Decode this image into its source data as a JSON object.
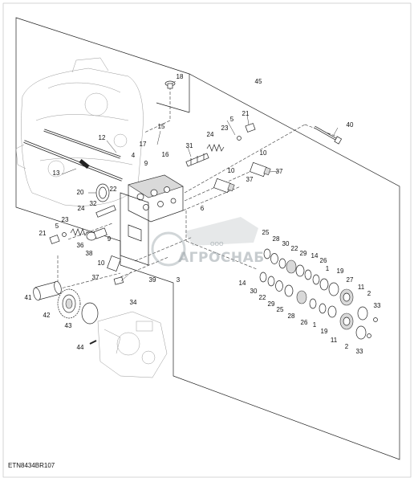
{
  "figure_code": "ETN8434BR107",
  "watermark": {
    "brand": "АГРОСНАБ",
    "prefix": "ООО"
  },
  "callouts": [
    {
      "id": "c18",
      "label": "18"
    },
    {
      "id": "c45",
      "label": "45"
    },
    {
      "id": "c15",
      "label": "15"
    },
    {
      "id": "c12",
      "label": "12"
    },
    {
      "id": "c17",
      "label": "17"
    },
    {
      "id": "c16",
      "label": "16"
    },
    {
      "id": "c9a",
      "label": "9"
    },
    {
      "id": "c4",
      "label": "4"
    },
    {
      "id": "c13",
      "label": "13"
    },
    {
      "id": "c20",
      "label": "20"
    },
    {
      "id": "c22a",
      "label": "22"
    },
    {
      "id": "c32",
      "label": "32"
    },
    {
      "id": "c24a",
      "label": "24"
    },
    {
      "id": "c5a",
      "label": "5"
    },
    {
      "id": "c23a",
      "label": "23"
    },
    {
      "id": "c21a",
      "label": "21"
    },
    {
      "id": "c36",
      "label": "36"
    },
    {
      "id": "c9b",
      "label": "9"
    },
    {
      "id": "c38",
      "label": "38"
    },
    {
      "id": "c10a",
      "label": "10"
    },
    {
      "id": "c37a",
      "label": "37"
    },
    {
      "id": "c39",
      "label": "39"
    },
    {
      "id": "c3",
      "label": "3"
    },
    {
      "id": "c34",
      "label": "34"
    },
    {
      "id": "c41",
      "label": "41"
    },
    {
      "id": "c42",
      "label": "42"
    },
    {
      "id": "c43",
      "label": "43"
    },
    {
      "id": "c44",
      "label": "44"
    },
    {
      "id": "c5b",
      "label": "5"
    },
    {
      "id": "c21b",
      "label": "21"
    },
    {
      "id": "c23b",
      "label": "23"
    },
    {
      "id": "c24b",
      "label": "24"
    },
    {
      "id": "c31",
      "label": "31"
    },
    {
      "id": "c10b",
      "label": "10"
    },
    {
      "id": "c37b",
      "label": "37"
    },
    {
      "id": "c10c",
      "label": "10"
    },
    {
      "id": "c37c",
      "label": "37"
    },
    {
      "id": "c40",
      "label": "40"
    },
    {
      "id": "c6",
      "label": "6"
    },
    {
      "id": "c25a",
      "label": "25"
    },
    {
      "id": "c28a",
      "label": "28"
    },
    {
      "id": "c30a",
      "label": "30"
    },
    {
      "id": "c22b",
      "label": "22"
    },
    {
      "id": "c29a",
      "label": "29"
    },
    {
      "id": "c14a",
      "label": "14"
    },
    {
      "id": "c26a",
      "label": "26"
    },
    {
      "id": "c1a",
      "label": "1"
    },
    {
      "id": "c19a",
      "label": "19"
    },
    {
      "id": "c27",
      "label": "27"
    },
    {
      "id": "c11a",
      "label": "11"
    },
    {
      "id": "c2a",
      "label": "2"
    },
    {
      "id": "c33a",
      "label": "33"
    },
    {
      "id": "c14b",
      "label": "14"
    },
    {
      "id": "c30b",
      "label": "30"
    },
    {
      "id": "c22c",
      "label": "22"
    },
    {
      "id": "c29b",
      "label": "29"
    },
    {
      "id": "c25b",
      "label": "25"
    },
    {
      "id": "c28b",
      "label": "28"
    },
    {
      "id": "c26b",
      "label": "26"
    },
    {
      "id": "c1b",
      "label": "1"
    },
    {
      "id": "c19b",
      "label": "19"
    },
    {
      "id": "c11b",
      "label": "11"
    },
    {
      "id": "c2b",
      "label": "2"
    },
    {
      "id": "c33b",
      "label": "33"
    }
  ]
}
